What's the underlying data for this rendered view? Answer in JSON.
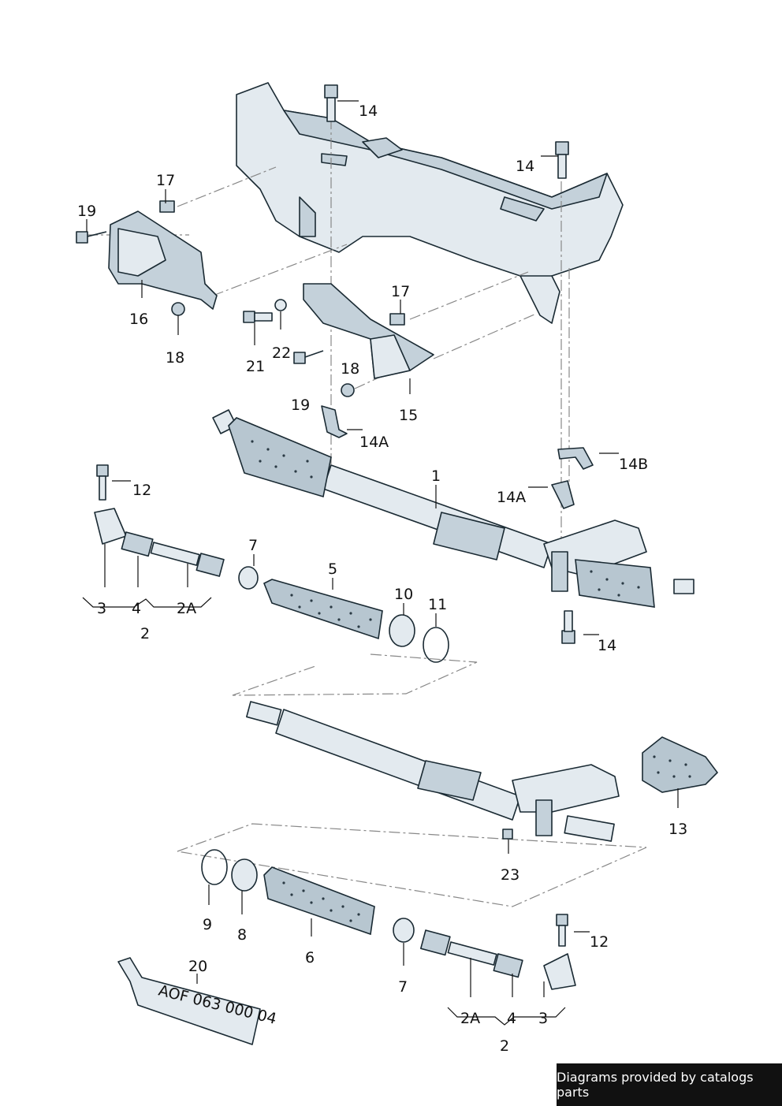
{
  "callouts": {
    "c14a": "14",
    "c14b": "14",
    "c14c": "14",
    "c17a": "17",
    "c17b": "17",
    "c19a": "19",
    "c19b": "19",
    "c16": "16",
    "c18a": "18",
    "c18b": "18",
    "c21": "21",
    "c22": "22",
    "c15": "15",
    "c14Aa": "14A",
    "c14Ab": "14A",
    "c14B": "14B",
    "c1": "1",
    "c12a": "12",
    "c12b": "12",
    "c7a": "7",
    "c7b": "7",
    "c5": "5",
    "c10": "10",
    "c11": "11",
    "c3a": "3",
    "c4a": "4",
    "c2Aa": "2A",
    "c2a": "2",
    "c13": "13",
    "c23": "23",
    "c9": "9",
    "c8": "8",
    "c6": "6",
    "c20": "20",
    "c2Ab": "2A",
    "c4b": "4",
    "c3b": "3",
    "c2b": "2"
  },
  "grease_tube_label": "AOF 063 000 04",
  "credit": "Diagrams provided by catalogs parts"
}
